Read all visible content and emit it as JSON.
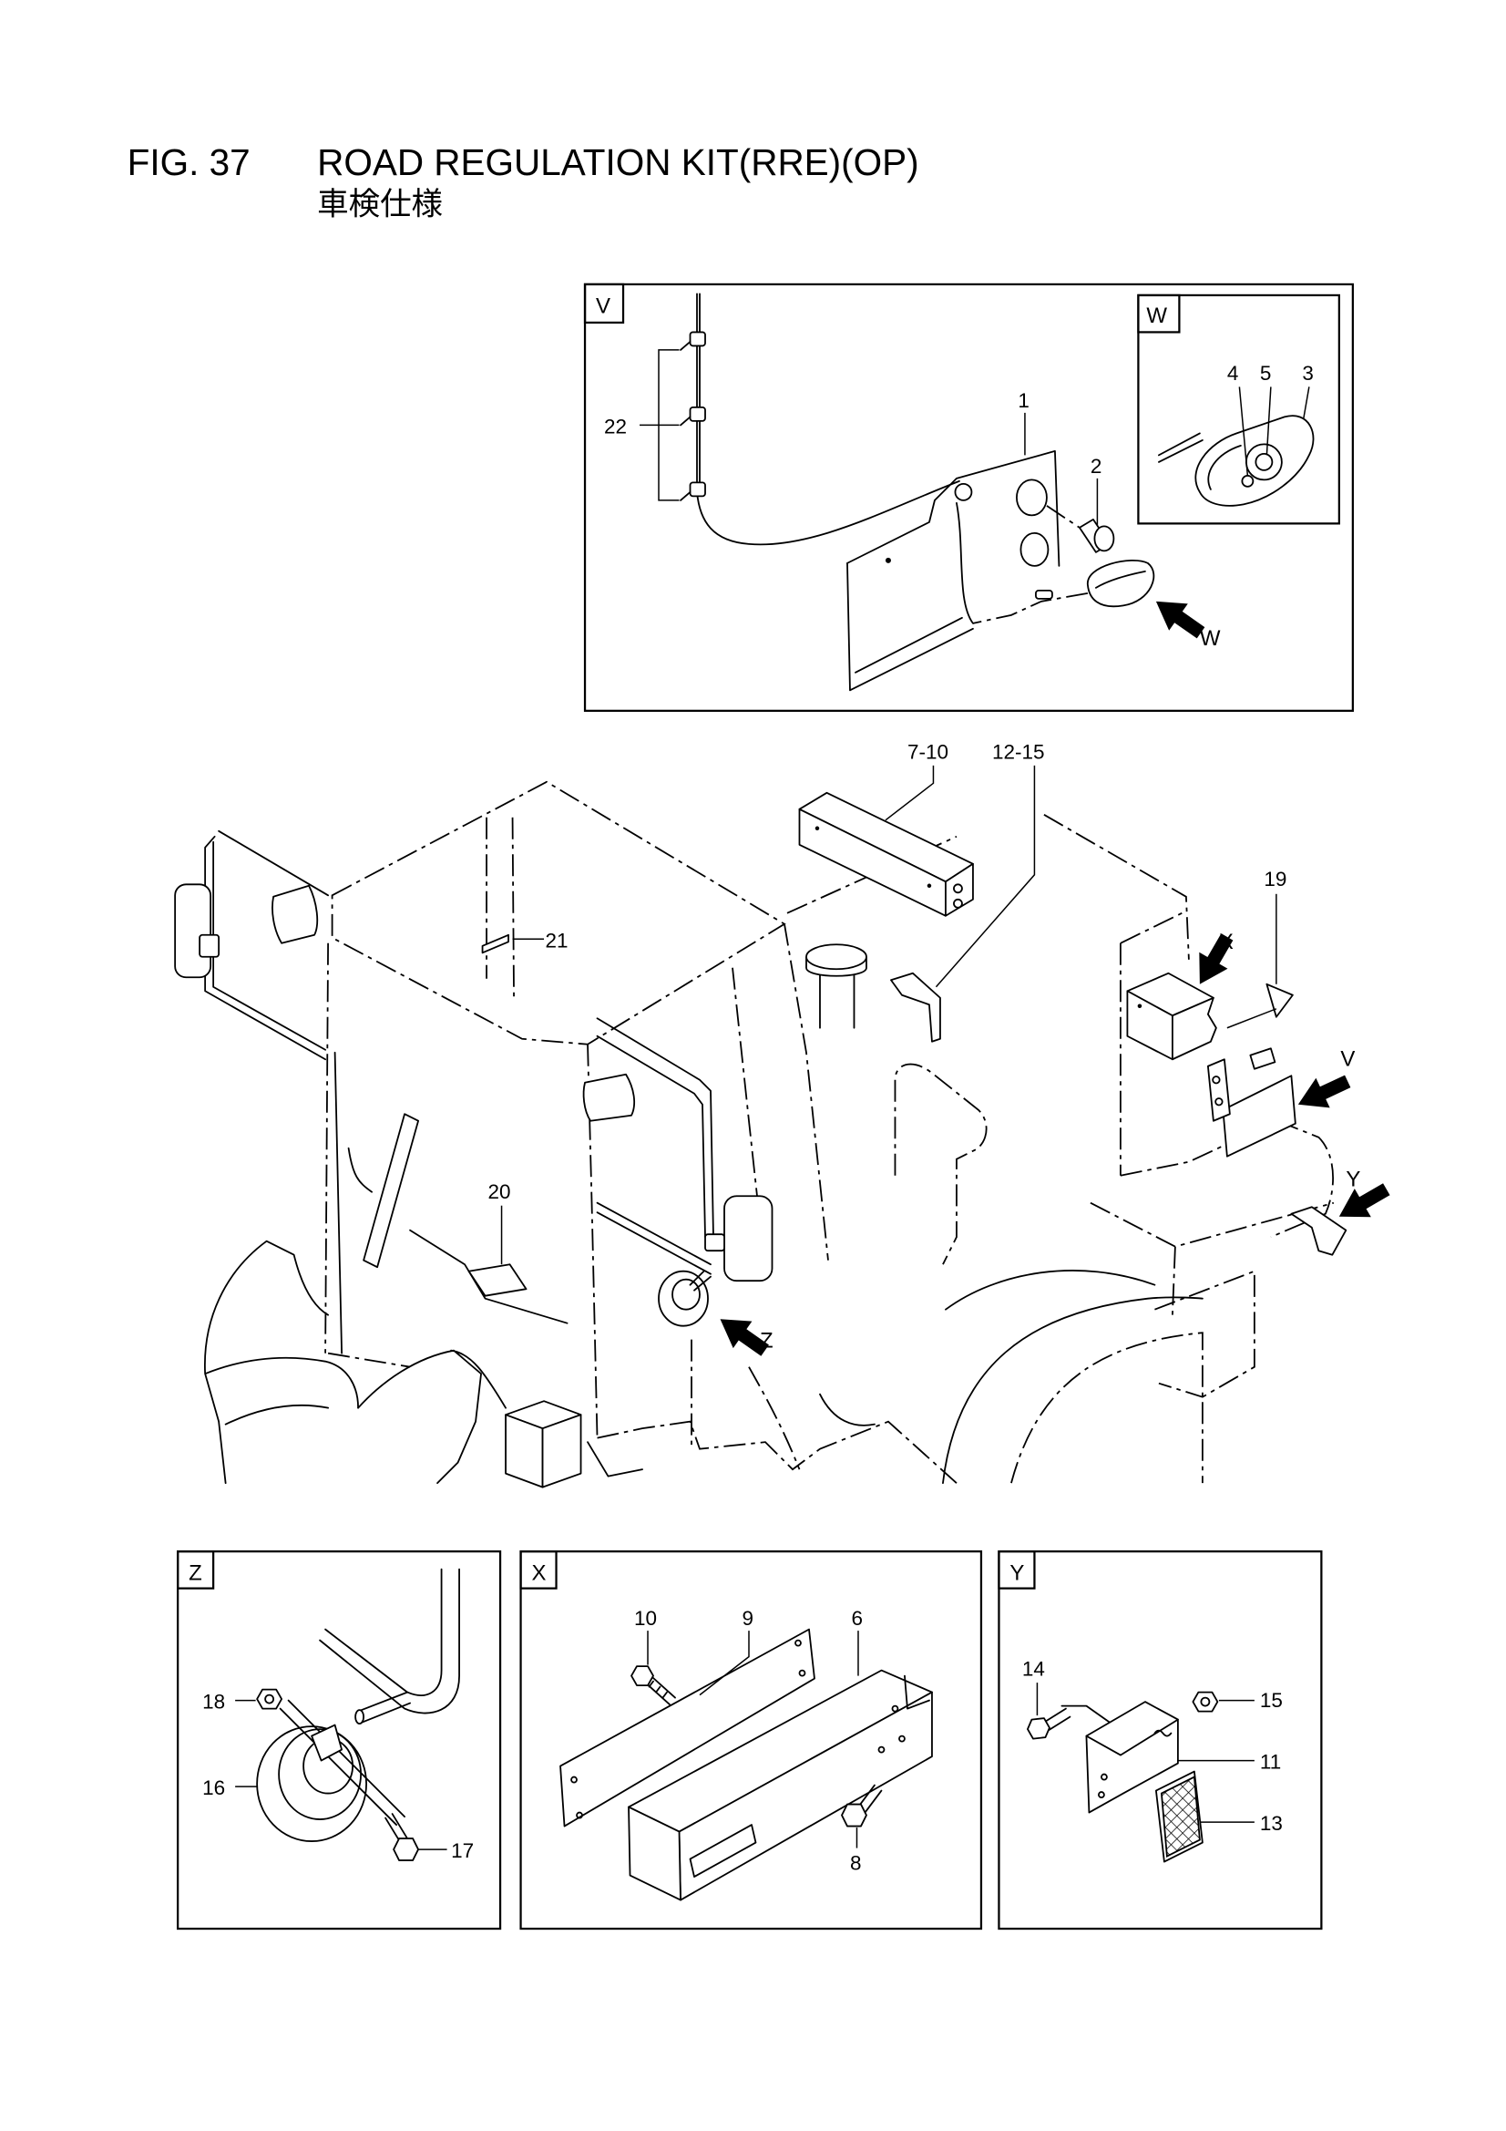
{
  "header": {
    "fig_number": "FIG. 37",
    "title": "ROAD REGULATION KIT(RRE)(OP)",
    "title_jp": "車検仕様"
  },
  "detail_v": {
    "label": "V",
    "c1": "1",
    "c2": "2",
    "c22": "22",
    "arrow_label": "W"
  },
  "detail_w": {
    "label": "W",
    "c4": "4",
    "c5": "5",
    "c3": "3"
  },
  "main_view": {
    "c7_10": "7-10",
    "c12_15": "12-15",
    "c19": "19",
    "c21": "21",
    "c20": "20",
    "arrow_x": "X",
    "arrow_v": "V",
    "arrow_y": "Y",
    "arrow_z": "Z"
  },
  "detail_z": {
    "label": "Z",
    "c18": "18",
    "c16": "16",
    "c17": "17"
  },
  "detail_x": {
    "label": "X",
    "c10": "10",
    "c9": "9",
    "c6": "6",
    "c8": "8"
  },
  "detail_y": {
    "label": "Y",
    "c14": "14",
    "c15": "15",
    "c11": "11",
    "c13": "13"
  }
}
